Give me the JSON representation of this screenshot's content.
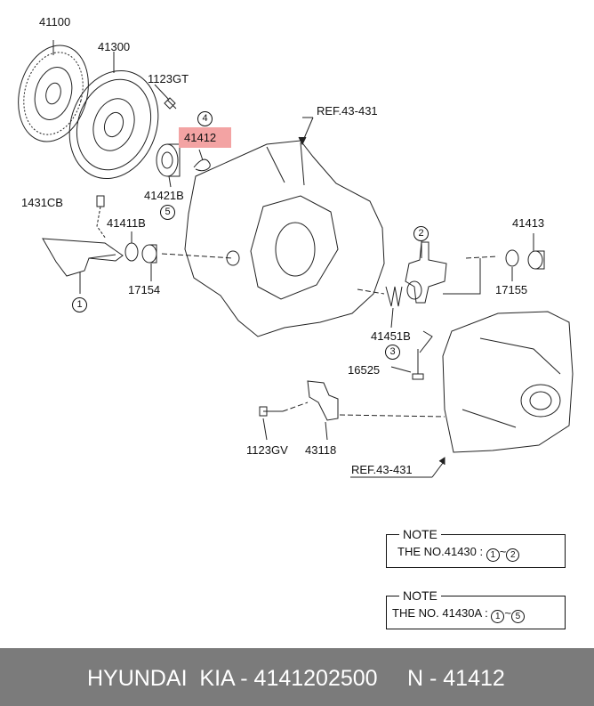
{
  "labels": {
    "clutch_disc": "41100",
    "clutch_cover": "41300",
    "bolt_1123gt": "1123GT",
    "ref_top": "REF.43-431",
    "bearing_clip": "41412",
    "release_bearing": "41421B",
    "pin": "1431CB",
    "bushing_41411b": "41411B",
    "seal_17154": "17154",
    "part_41413": "41413",
    "seal_17155": "17155",
    "spring": "41451B",
    "bolt_16525": "16525",
    "bolt_1123gv": "1123GV",
    "bracket": "43118",
    "ref_bottom": "REF.43-431"
  },
  "callouts": {
    "c1": "1",
    "c2": "2",
    "c3": "3",
    "c4": "4",
    "c5": "5"
  },
  "notes": [
    {
      "title": "NOTE",
      "prefix": "THE NO.",
      "part": "41430",
      "sep": " : ",
      "from": "1",
      "tilde": "~",
      "to": "2"
    },
    {
      "title": "NOTE",
      "prefix": "THE NO.",
      "part": "41430A",
      "sep": " : ",
      "from": "1",
      "tilde": "~",
      "to": "5"
    }
  ],
  "footer": {
    "brand": "HYUNDAI  KIA - 4141202500",
    "ref": "N - 41412"
  },
  "colors": {
    "highlight": "#f3a3a3",
    "footer_bg": "#7b7b7b",
    "footer_text": "#ffffff"
  }
}
